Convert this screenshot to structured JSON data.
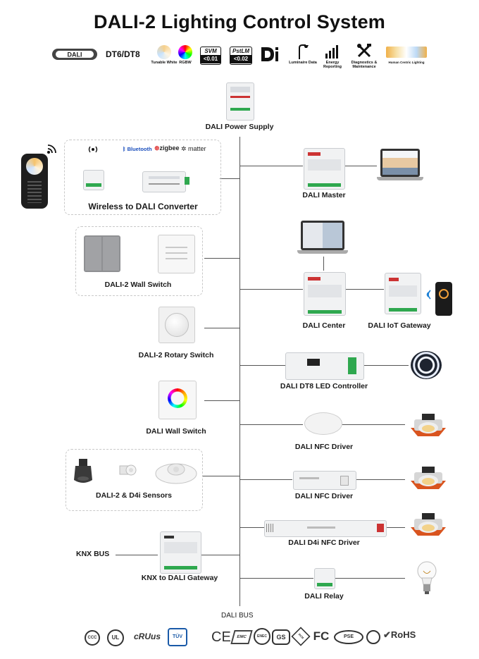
{
  "title": "DALI-2 Lighting Control System",
  "header_badges": {
    "dali_logo": "DALI",
    "dt": "DT6/DT8",
    "tunable_white": "Tunable White",
    "rgbw": "RGBW",
    "svm_top": "SVM",
    "svm_bottom": "<0.01",
    "pstlm_top": "PstLM",
    "pstlm_bottom": "<0.02",
    "d4i": "D4i",
    "luminaire_data": "Luminaire Data",
    "energy_reporting": "Energy Reporting",
    "diagnostics": "Diagnostics & Maintenance",
    "human_centric": "Human Centric Lighting"
  },
  "wireless_protocols": {
    "bluetooth": "Bluetooth",
    "zigbee": "zigbee",
    "matter": "matter"
  },
  "labels": {
    "power_supply": "DALI Power Supply",
    "wireless_converter": "Wireless to DALI Converter",
    "dali_master": "DALI Master",
    "wall_switch_2": "DALI-2 Wall Switch",
    "dali_center": "DALI Center",
    "iot_gateway": "DALI IoT Gateway",
    "rotary_switch": "DALI-2 Rotary Switch",
    "dt8_controller": "DALI DT8 LED Controller",
    "wall_switch": "DALI Wall Switch",
    "nfc_driver_1": "DALI NFC Driver",
    "sensors": "DALI-2 & D4i Sensors",
    "nfc_driver_2": "DALI NFC Driver",
    "d4i_driver": "DALI D4i NFC Driver",
    "knx_bus": "KNX BUS",
    "knx_gateway": "KNX to DALI Gateway",
    "dali_relay": "DALI Relay",
    "dali_bus": "DALI BUS"
  },
  "certifications": [
    "CCC",
    "UL",
    "cRUus",
    "TÜV",
    "CE",
    "EMC",
    "ENEC",
    "GS",
    "RCM",
    "FC",
    "PSE",
    "RoHS"
  ],
  "colors": {
    "bus_line": "#555555",
    "dashed_border": "#c8c8c8",
    "device_body": "#f1f2f3",
    "terminal_green": "#2fa84f",
    "terminal_red": "#d93a3a",
    "downlight_orange": "#d9541f",
    "downlight_glow": "#f3d28a"
  }
}
